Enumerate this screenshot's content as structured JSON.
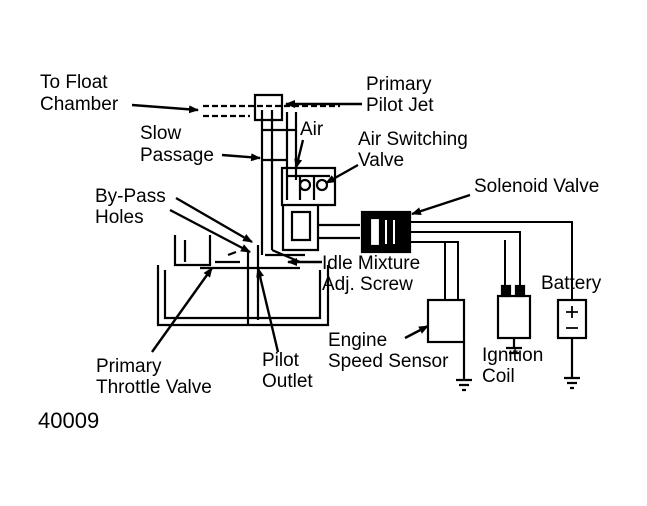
{
  "labels": {
    "to_float_chamber": [
      "To Float",
      "Chamber"
    ],
    "primary_pilot_jet": [
      "Primary",
      "Pilot Jet"
    ],
    "slow_passage": [
      "Slow",
      "Passage"
    ],
    "air": "Air",
    "air_switching_valve": [
      "Air Switching",
      "Valve"
    ],
    "solenoid_valve": "Solenoid Valve",
    "by_pass_holes": [
      "By-Pass",
      "Holes"
    ],
    "idle_mixture_adj_screw": [
      "Idle Mixture",
      "Adj. Screw"
    ],
    "battery": "Battery",
    "engine_speed_sensor": [
      "Engine",
      "Speed Sensor"
    ],
    "primary_throttle_valve": [
      "Primary",
      "Throttle Valve"
    ],
    "pilot_outlet": [
      "Pilot",
      "Outlet"
    ],
    "ignition_coil": [
      "Ignition",
      "Coil"
    ]
  },
  "figure_number": "40009",
  "colors": {
    "ink": "#000000",
    "paper": "#ffffff"
  }
}
